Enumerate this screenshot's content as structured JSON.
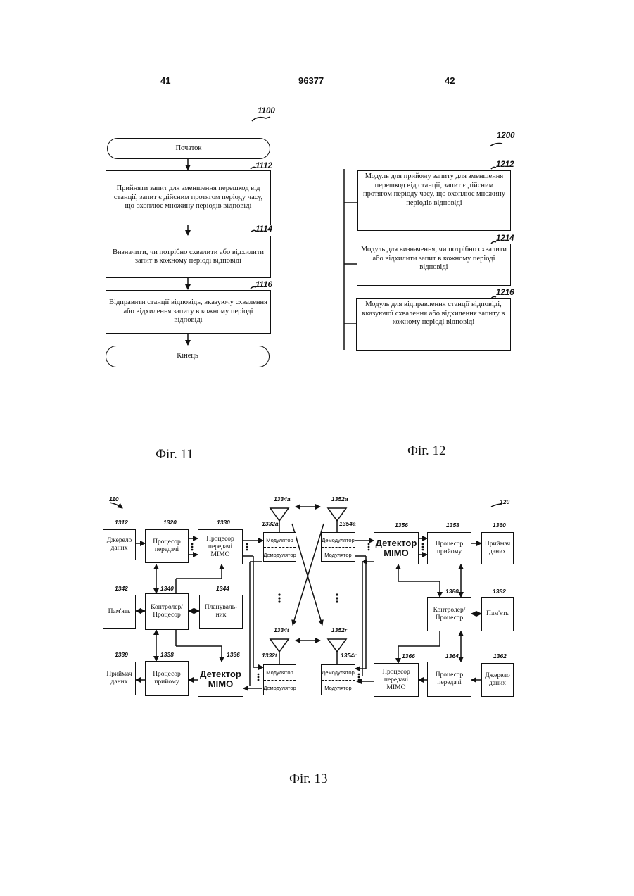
{
  "header": {
    "page_left": "41",
    "doc_number": "96377",
    "page_right": "42"
  },
  "fig11": {
    "ref": "1100",
    "start": "Початок",
    "step1": {
      "ref": "1112",
      "text": "Прийняти запит для зменшення перешкод від станції, запит є дійсним протягом періоду часу, що охоплює множину періодів відповіді"
    },
    "step2": {
      "ref": "1114",
      "text": "Визначити, чи потрібно схвалити або відхилити запит в кожному періоді відповіді"
    },
    "step3": {
      "ref": "1116",
      "text": "Відправити станції відповідь, вказуючу схвалення або відхилення запиту в кожному періоді відповіді"
    },
    "end": "Кінець",
    "caption": "Фіг. 11"
  },
  "fig12": {
    "ref": "1200",
    "m1": {
      "ref": "1212",
      "text": "Модуль для прийому запиту для зменшення перешкод від станції, запит є дійсним протягом періоду часу, що охоплює множину періодів відповіді"
    },
    "m2": {
      "ref": "1214",
      "text": "Модуль для визначення, чи потрібно схвалити або відхилити запит в кожному періоді відповіді"
    },
    "m3": {
      "ref": "1216",
      "text": "Модуль для відправлення станції відповіді, вказуючої схвалення або відхилення запиту в кожному періоді відповіді"
    },
    "caption": "Фіг. 12"
  },
  "fig13": {
    "ref_left": "110",
    "ref_right": "120",
    "caption": "Фіг. 13",
    "left": {
      "src": {
        "ref": "1312",
        "text": "Джерело даних"
      },
      "txproc": {
        "ref": "1320",
        "text": "Процесор передачі"
      },
      "txmimo": {
        "ref": "1330",
        "text": "Процесор передачі MIMO"
      },
      "mem": {
        "ref": "1342",
        "text": "Пам'ять"
      },
      "ctrl": {
        "ref": "1340",
        "text": "Контролер/ Процесор"
      },
      "sched": {
        "ref": "1344",
        "text": "Плануваль­ник"
      },
      "sink": {
        "ref": "1339",
        "text": "Приймач даних"
      },
      "rxproc": {
        "ref": "1338",
        "text": "Процесор прийому"
      },
      "det": {
        "ref": "1336",
        "text": "Детектор MIMO"
      },
      "modem_a": {
        "ref": "1332a",
        "antenna": "1334a",
        "top": "Модулятор",
        "bottom": "Демодулятор"
      },
      "modem_t": {
        "ref": "1332t",
        "antenna": "1334t",
        "top": "Модулятор",
        "bottom": "Демодулятор"
      }
    },
    "right": {
      "modem_a": {
        "ref": "1354a",
        "antenna": "1352a",
        "top": "Демодулятор",
        "bottom": "Модулятор"
      },
      "modem_r": {
        "ref": "1354r",
        "antenna": "1352r",
        "top": "Демодулятор",
        "bottom": "Модулятор"
      },
      "det": {
        "ref": "1356",
        "text": "Детектор MIMO"
      },
      "rxproc": {
        "ref": "1358",
        "text": "Процесор прийому"
      },
      "sink": {
        "ref": "1360",
        "text": "Приймач даних"
      },
      "ctrl": {
        "ref": "1380",
        "text": "Контролер/ Процесор"
      },
      "mem": {
        "ref": "1382",
        "text": "Пам'ять"
      },
      "txmimo": {
        "ref": "1366",
        "text": "Процесор передачі MIMO"
      },
      "txproc": {
        "ref": "1364",
        "text": "Процесор передачі"
      },
      "src": {
        "ref": "1362",
        "text": "Джерело даних"
      }
    }
  }
}
